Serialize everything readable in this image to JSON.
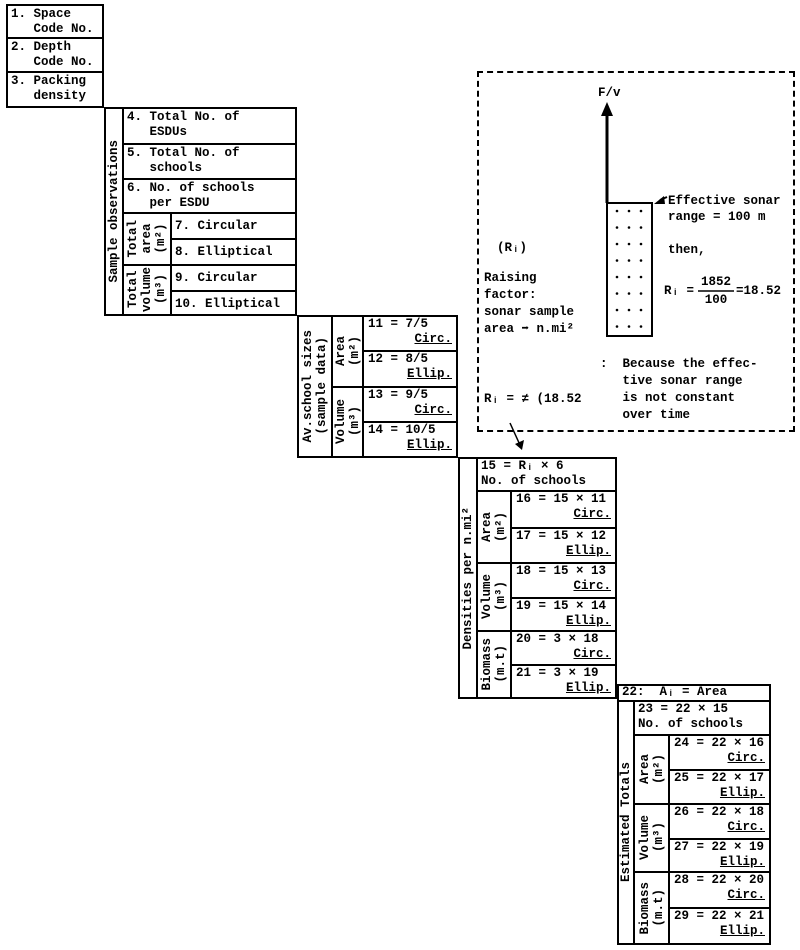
{
  "header_boxes": [
    "1. Space\n   Code No.",
    "2. Depth\n   Code No.",
    "3. Packing\n   density"
  ],
  "sample_observations": {
    "label": "Sample observations",
    "rows": [
      "4. Total No. of\n   ESDUs",
      "5. Total No. of\n   schools",
      "6. No. of schools\n   per ESDU"
    ],
    "area_label": "Total\narea\n(m²)",
    "volume_label": "Total\nvolume\n(m³)",
    "area_rows": [
      "7. Circular",
      "8. Elliptical"
    ],
    "volume_rows": [
      "9. Circular",
      "10. Elliptical"
    ]
  },
  "av_school_sizes": {
    "label": "Av.school sizes\n(sample data)",
    "area_label": "Area\n(m²)",
    "volume_label": "Volume\n(m³)",
    "rows": [
      {
        "f": "11 = 7/5",
        "t": "Circ."
      },
      {
        "f": "12 = 8/5",
        "t": "Ellip."
      },
      {
        "f": "13 = 9/5",
        "t": "Circ."
      },
      {
        "f": "14 = 10/5",
        "t": "Ellip."
      }
    ]
  },
  "densities": {
    "label": "Densities per n.mi²",
    "top_row": "15 = Rᵢ × 6\nNo. of schools",
    "area_label": "Area\n(m²)",
    "volume_label": "Volume\n(m³)",
    "biomass_label": "Biomass\n(m.t)",
    "rows": [
      {
        "f": "16 = 15 × 11",
        "t": "Circ."
      },
      {
        "f": "17 = 15 × 12",
        "t": "Ellip."
      },
      {
        "f": "18 = 15 × 13",
        "t": "Circ."
      },
      {
        "f": "19 = 15 × 14",
        "t": "Ellip."
      },
      {
        "f": "20 =  3 × 18",
        "t": "Circ."
      },
      {
        "f": "21 =  3 × 19",
        "t": "Ellip."
      }
    ]
  },
  "estimated_totals": {
    "area_box": "22:  Aᵢ = Area",
    "label": "Estimated Totals",
    "top_row": "23 = 22 × 15\nNo. of schools",
    "area_label": "Area\n(m²)",
    "volume_label": "Volume\n(m³)",
    "biomass_label": "Biomass\n(m.t)",
    "rows": [
      {
        "f": "24 = 22 × 16",
        "t": "Circ."
      },
      {
        "f": "25 = 22 × 17",
        "t": "Ellip."
      },
      {
        "f": "26 = 22 × 18",
        "t": "Circ."
      },
      {
        "f": "27 = 22 × 19",
        "t": "Ellip."
      },
      {
        "f": "28 = 22 × 20",
        "t": "Circ."
      },
      {
        "f": "29 = 22 × 21",
        "t": "Ellip."
      }
    ]
  },
  "raising_factor": {
    "axis_label": "F/v",
    "symbol": "(Rᵢ)",
    "description": "Raising\nfactor:\nsonar sample\narea ➡ n.mi²",
    "effective_range": "Effective sonar\nrange = 100 m",
    "then": "then,",
    "ri_prefix": "Rᵢ =",
    "numerator": "1852",
    "denominator": "100",
    "ri_result": "=18.52",
    "ri_not_equal": "Rᵢ = ≠ (18.52",
    "because": ":  Because the effec-\n   tive sonar range\n   is not constant\n   over time"
  }
}
